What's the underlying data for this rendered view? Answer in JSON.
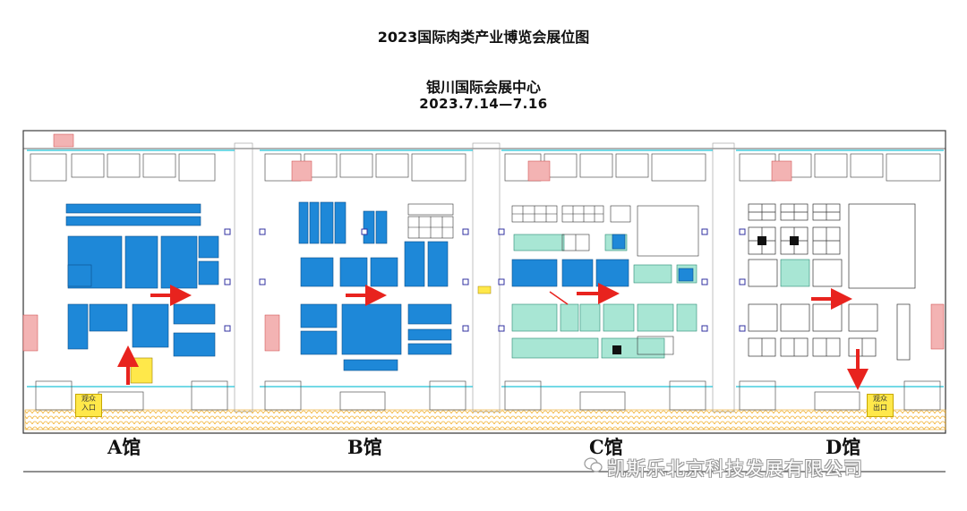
{
  "header": {
    "title": "2023国际肉类产业博览会展位图",
    "venue": "银川国际会展中心",
    "dates": "2023.7.14—7.16"
  },
  "halls": [
    {
      "label": "A馆"
    },
    {
      "label": "B馆"
    },
    {
      "label": "C馆"
    },
    {
      "label": "D馆"
    }
  ],
  "entrances": {
    "audience_entrance": "观众\n入口",
    "audience_exit": "观众\n出口"
  },
  "watermark": {
    "text": "凯斯乐北京科技发展有限公司",
    "icon": "wechat-icon"
  },
  "colors": {
    "booth_blue": "#1e88d8",
    "booth_teal": "#a8e6d4",
    "wall_cyan": "#22c3d6",
    "entrance_yellow": "#ffe84a",
    "arrow_red": "#e8231e"
  }
}
